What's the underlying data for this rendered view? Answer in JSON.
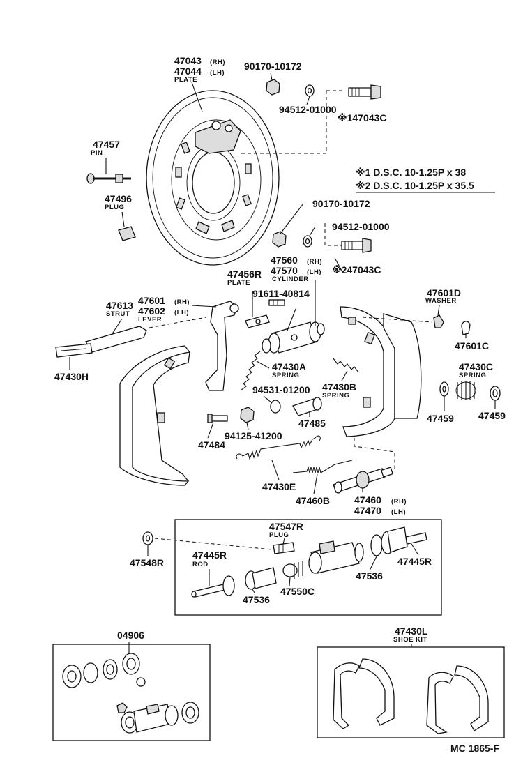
{
  "labels": {
    "plate_rh": "47043",
    "plate_rh_side": "(RH)",
    "plate_lh": "47044",
    "plate_lh_side": "(LH)",
    "plate_name": "PLATE",
    "nut_top": "90170-10172",
    "washer_top": "94512-01000",
    "bolt1": "※147043C",
    "pin": "47457",
    "pin_name": "PIN",
    "plug": "47496",
    "plug_name": "PLUG",
    "note1": "※1  D.S.C.  10-1.25P x 38",
    "note2": "※2  D.S.C.  10-1.25P x 35.5",
    "nut_mid": "90170-10172",
    "washer_mid": "94512-01000",
    "bolt2": "※247043C",
    "cyl_rh": "47560",
    "cyl_rh_side": "(RH)",
    "cyl_lh": "47570",
    "cyl_lh_side": "(LH)",
    "cyl_name": "CYLINDER",
    "plate2": "47456R",
    "plate2_name": "PLATE",
    "bolt3": "91611-40814",
    "washer_d": "47601D",
    "washer_d_name": "WASHER",
    "clip_c": "47601C",
    "lever_rh": "47601",
    "lever_rh_side": "(RH)",
    "lever_lh": "47602",
    "lever_lh_side": "(LH)",
    "lever_name": "LEVER",
    "strut": "47613",
    "strut_name": "STRUT",
    "strut_h": "47430H",
    "spring_a": "47430A",
    "spring_a_name": "SPRING",
    "spring_b": "47430B",
    "spring_b_name": "SPRING",
    "spring_c": "47430C",
    "spring_c_name": "SPRING",
    "washer_e": "94531-01200",
    "nut_e": "94125-41200",
    "bleeder": "47484",
    "cap": "47485",
    "cup_left": "47459",
    "cup_right": "47459",
    "spring_e": "47430E",
    "spring_60b": "47460B",
    "adj_rh": "47460",
    "adj_rh_side": "(RH)",
    "adj_lh": "47470",
    "adj_lh_side": "(LH)",
    "plug2": "47547R",
    "plug2_name": "PLUG",
    "boot_548": "47548R",
    "rod_left": "47445R",
    "rod_left_name": "ROD",
    "rod_right": "47445R",
    "cup536_left": "47536",
    "cup536_right": "47536",
    "spring_550": "47550C",
    "kit_04906": "04906",
    "kit_shoe": "47430L",
    "kit_shoe_name": "SHOE KIT",
    "footer": "MC 1865-F"
  }
}
